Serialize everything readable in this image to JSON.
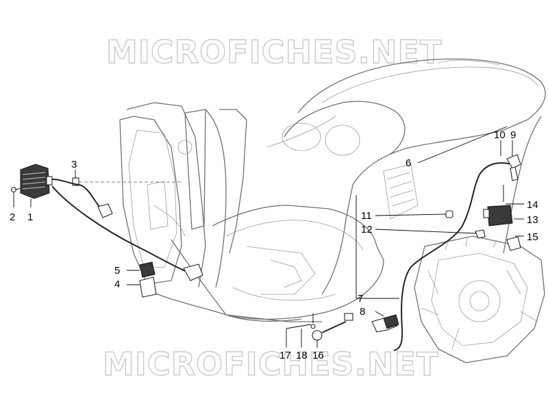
{
  "watermark": {
    "top": "MICROFICHES.NET",
    "bottom": "MICROFICHES.NET"
  },
  "labels": {
    "n1": "1",
    "n2": "2",
    "n3": "3",
    "n4": "4",
    "n5": "5",
    "n6": "6",
    "n7": "7",
    "n8": "8",
    "n9": "9",
    "n10": "10",
    "n11": "11",
    "n12": "12",
    "n13": "13",
    "n14": "14",
    "n15": "15",
    "n16": "16",
    "n17": "17",
    "n18": "18"
  }
}
